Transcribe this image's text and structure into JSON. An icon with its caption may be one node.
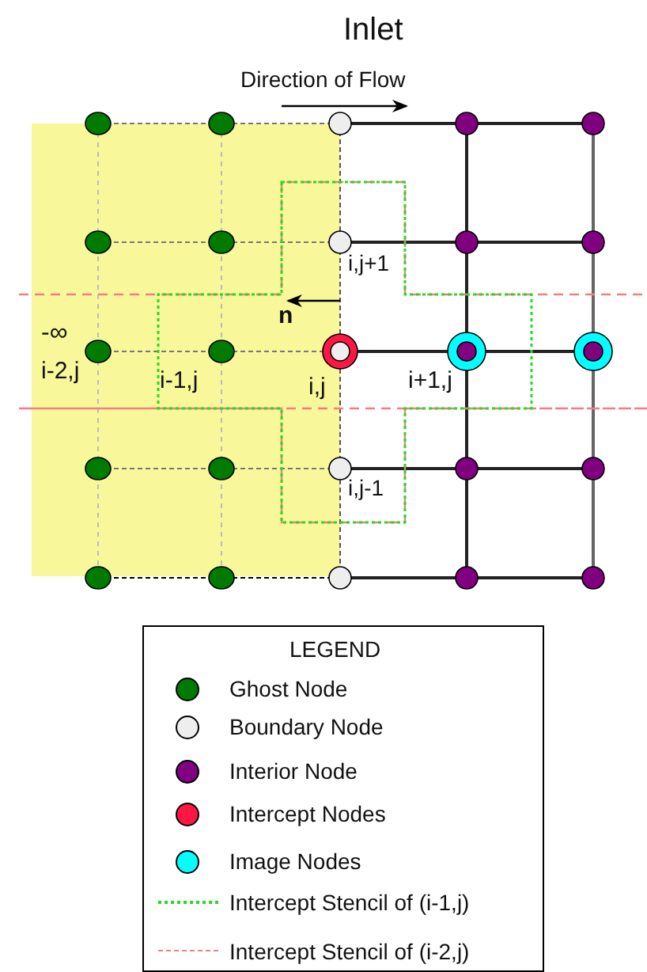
{
  "diagram": {
    "title": "Inlet",
    "labels": [
      "Direction of Flow",
      "i,j+1",
      "n",
      "-∞",
      "i-2,j",
      "i-1,j",
      "i,j",
      "i+1,j",
      "i,j-1",
      "LEGEND"
    ],
    "legend": [
      {
        "text": "Ghost Node",
        "color": "#007a00"
      },
      {
        "text": "Boundary Node",
        "color": "#eeeeee"
      },
      {
        "text": "Interior Node",
        "color": "#800080"
      },
      {
        "text": "Intercept Nodes",
        "color": "#ff1744"
      },
      {
        "text": "Image Nodes",
        "color": "#00ffff"
      },
      {
        "text": "Intercept Stencil of (i-1,j)"
      },
      {
        "text": "Intercept Stencil of (i-2,j)"
      }
    ]
  }
}
